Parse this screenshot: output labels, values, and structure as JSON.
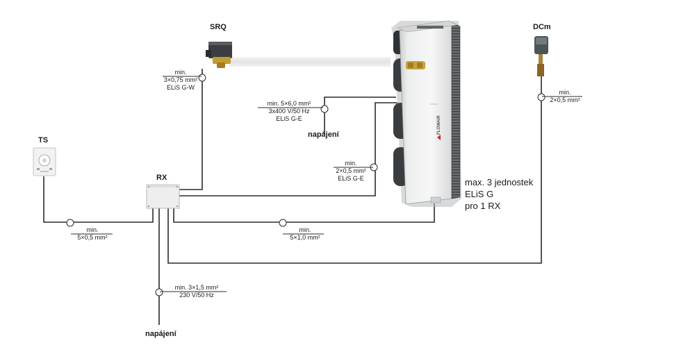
{
  "devices": {
    "srq": "SRQ",
    "dcm": "DCm",
    "ts": "TS",
    "rx": "RX"
  },
  "unit_brand": "FLOWAIR",
  "cables": {
    "srq": {
      "l1": "min.",
      "l2": "3×0,75 mm²",
      "l3": "ELiS G-W"
    },
    "power_unit": {
      "l1": "min. 5×6,0 mm²",
      "l2": "3x400 V/50 Hz",
      "l3": "ELiS G-E"
    },
    "rx_unit": {
      "l1": "min.",
      "l2": "2×0,5 mm²",
      "l3": "ELiS G-E"
    },
    "dcm": {
      "l1": "min.",
      "l2": "2×0,5 mm²"
    },
    "ts": {
      "l1": "min.",
      "l2": "5×0,5 mm²"
    },
    "bottom": {
      "l1": "min.",
      "l2": "5×1,0 mm²"
    },
    "rx_power": {
      "l1": "min. 3×1,5 mm²",
      "l2": "230 V/50 Hz"
    }
  },
  "power_label_unit": "napájení",
  "power_label_rx": "napájení",
  "note": {
    "l1": "max. 3 jednostek",
    "l2": "ELiS G",
    "l3": "pro 1 RX"
  }
}
